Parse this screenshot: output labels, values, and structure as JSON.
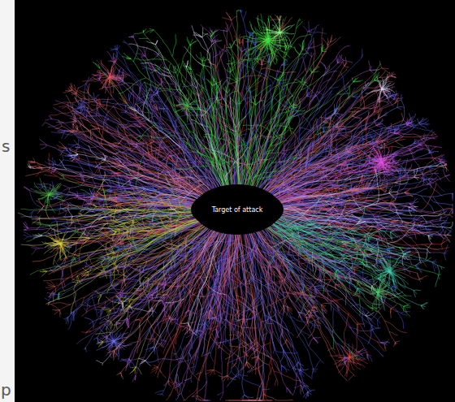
{
  "diagram": {
    "nodes": [
      {
        "text": [
          "Target of attack"
        ]
      }
    ],
    "labels": [
      "s",
      "p"
    ]
  }
}
